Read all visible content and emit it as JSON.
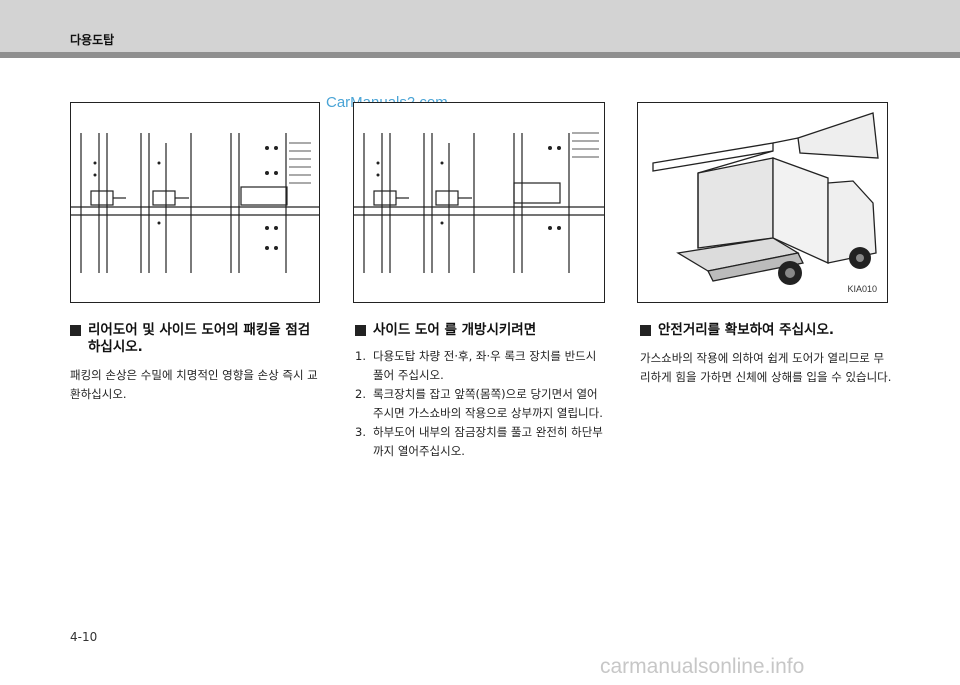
{
  "header": {
    "title": "다용도탑"
  },
  "watermark_top": "CarManuals2.com",
  "figures": {
    "fig3_code": "KIA010"
  },
  "sections": [
    {
      "heading": "리어도어 및 사이드 도어의 패킹을 점검하십시오.",
      "body": "패킹의 손상은 수밀에 치명적인 영향을 손상 즉시 교환하십시오."
    },
    {
      "heading": "사이드 도어 를 개방시키려면",
      "steps": [
        {
          "num": "1.",
          "text": "다용도탑 차량 전·후, 좌·우 록크 장치를 반드시 풀어 주십시오."
        },
        {
          "num": "2.",
          "text": "록크장치를 잡고 앞쪽(몸쪽)으로 당기면서 열어주시면 가스쇼바의 작용으로 상부까지 열립니다."
        },
        {
          "num": "3.",
          "text": "하부도어 내부의 잠금장치를 풀고 완전히 하단부 까지 열어주십시오."
        }
      ]
    },
    {
      "heading": "안전거리를 확보하여 주십시오.",
      "body": "가스쇼바의 작용에 의하여 쉽게 도어가 열리므로 무리하게 힘을 가하면 신체에 상해를 입을 수 있습니다."
    }
  ],
  "footer": {
    "page_number": "4-10",
    "watermark": "carmanualsonline.info"
  }
}
